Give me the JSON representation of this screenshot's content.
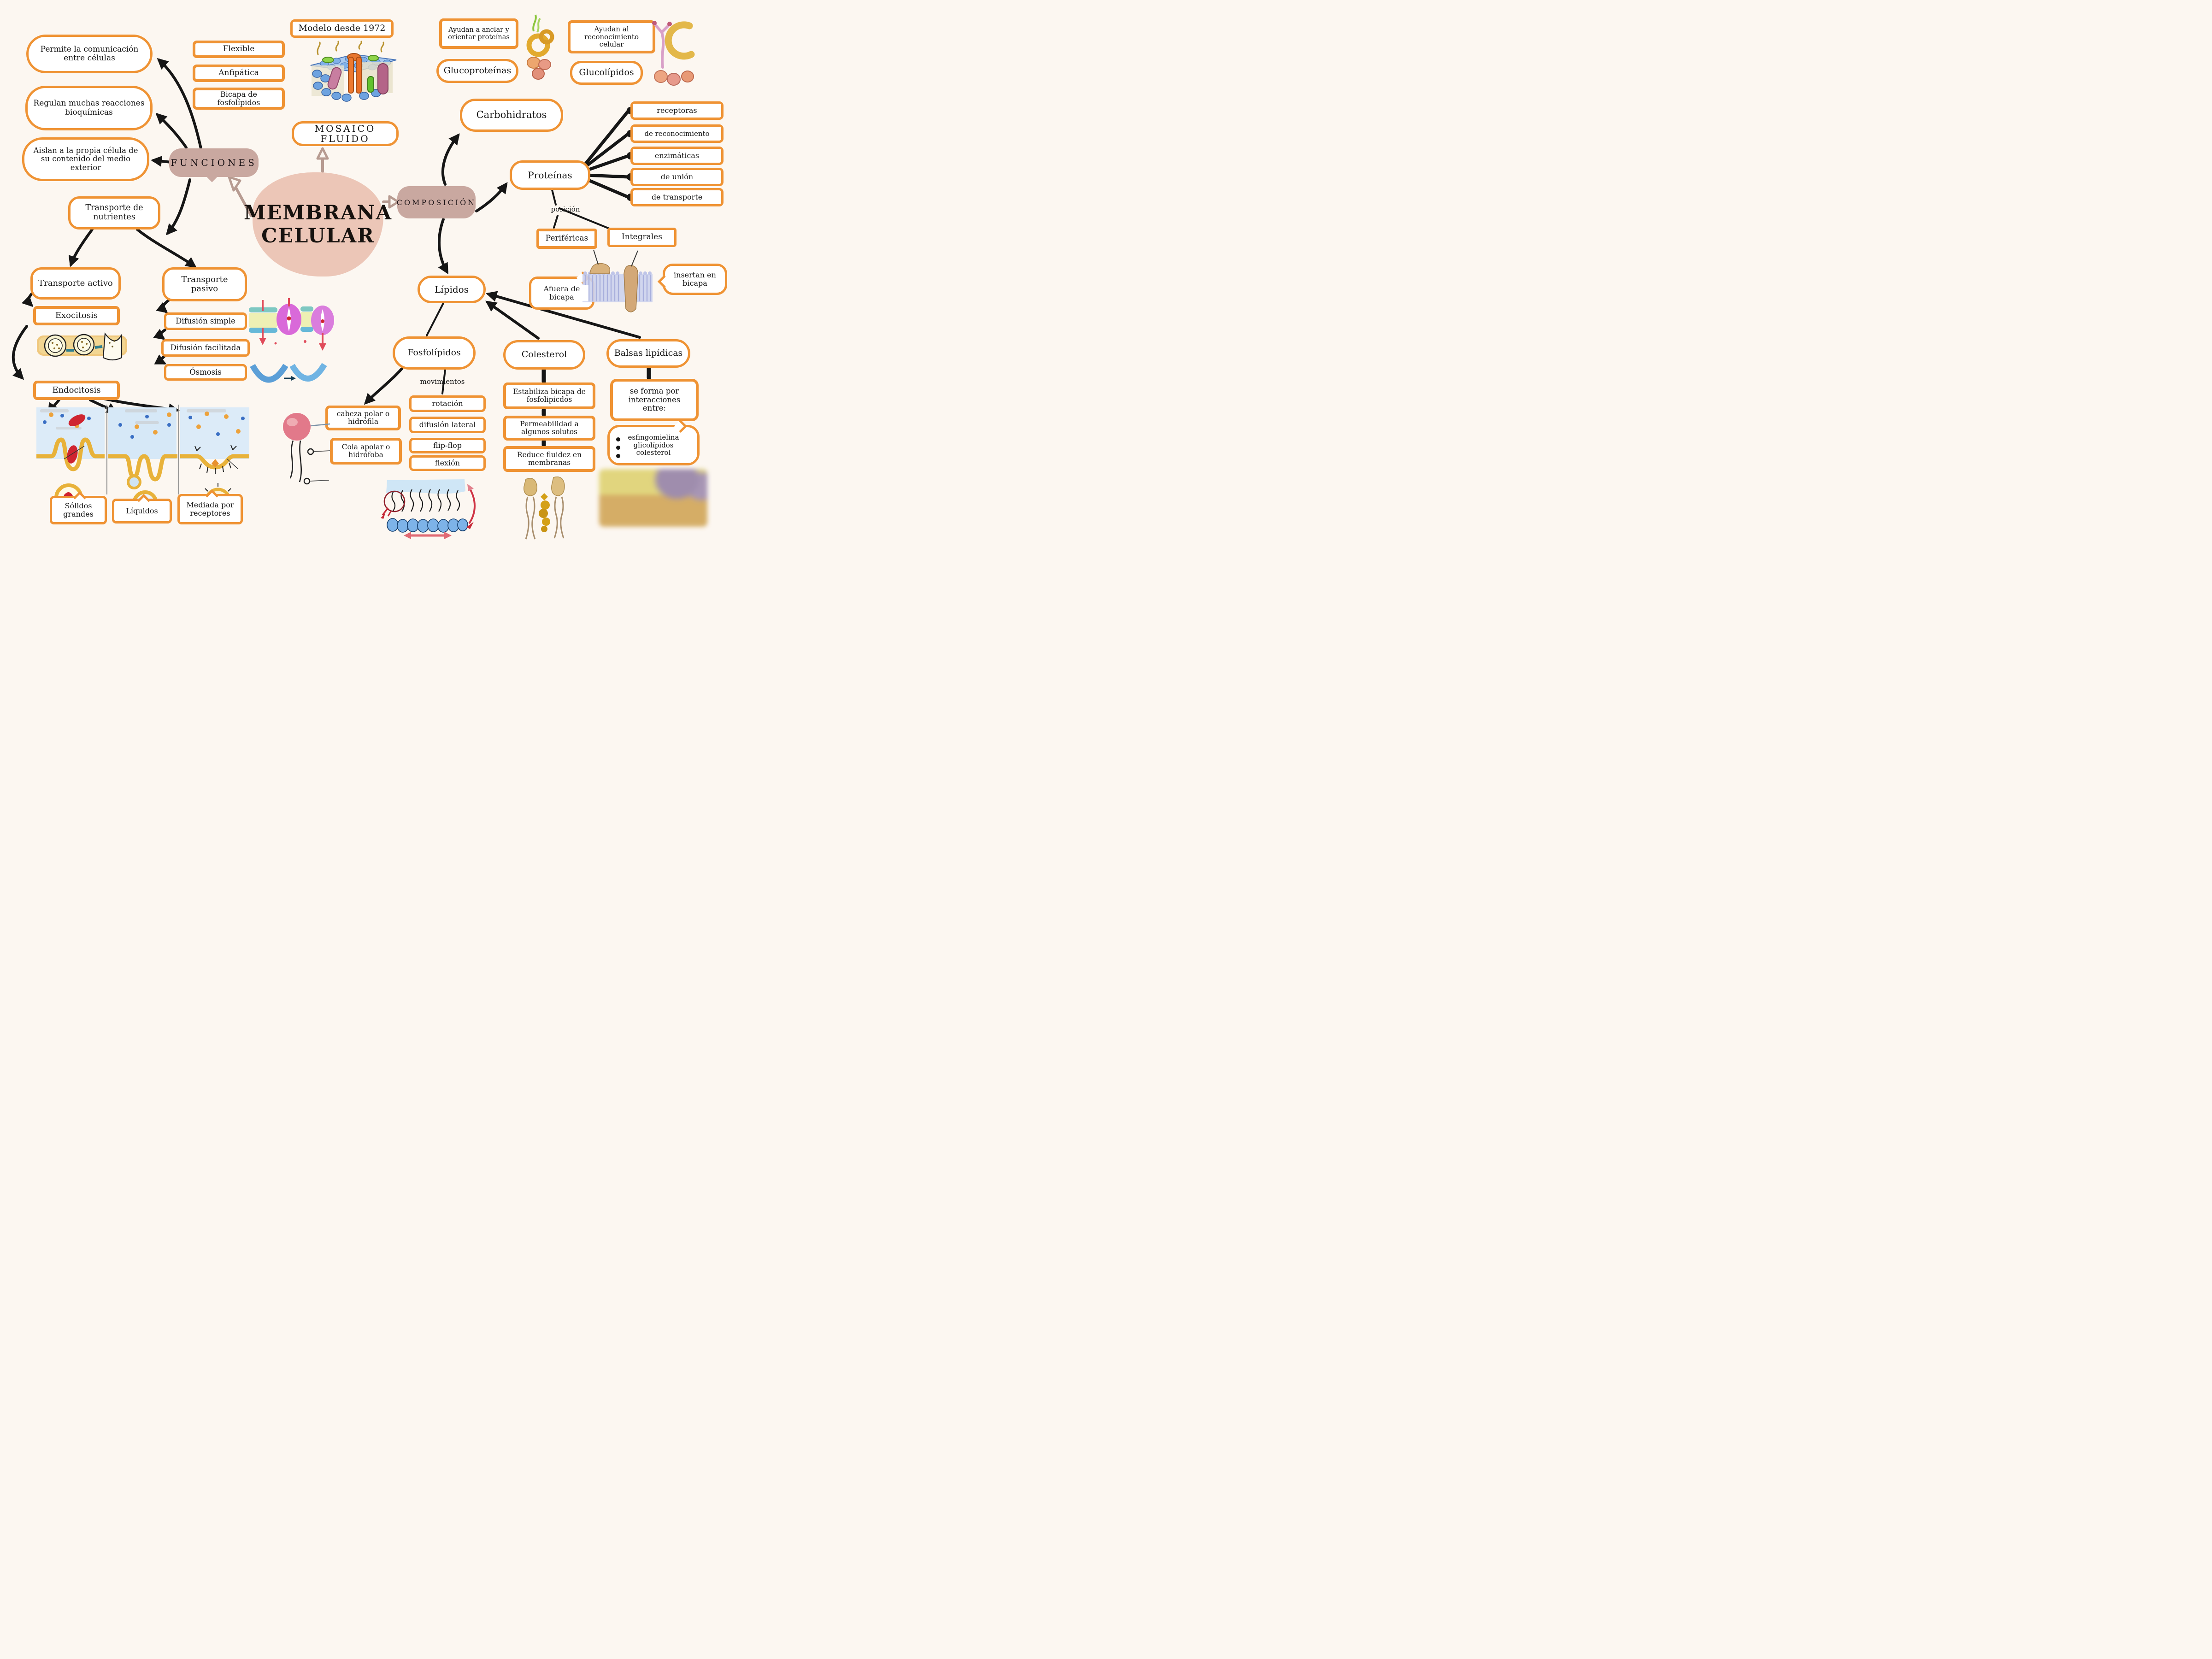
{
  "palette": {
    "accent": "#ef9334",
    "rose": "#c9a8a0",
    "blob_pink": "#ecc6b7",
    "ink": "#161616",
    "background": "#fcf7f1"
  },
  "center": {
    "title_line1": "MEMBRANA",
    "title_line2": "CELULAR",
    "funciones": "FUNCIONES",
    "composicion": "COMPOSICIÓN"
  },
  "funciones": {
    "items": [
      "Permite la comunicación entre células",
      "Regulan muchas reacciones bioquímicas",
      "Aislan a la propia célula de su contenido del medio exterior"
    ]
  },
  "modelo": {
    "badge": "Modelo desde 1972",
    "mosaico": "MOSAICO FLUIDO",
    "caracteristicas": [
      "Flexible",
      "Anfipática",
      "Bicapa de fosfolípidos"
    ]
  },
  "composicion": {
    "carbohidratos": {
      "label": "Carbohidratos",
      "glucoproteinas": {
        "funcion": "Ayudan a anclar y orientar proteínas",
        "label": "Glucoproteínas"
      },
      "glucolipidos": {
        "funcion": "Ayudan al reconocimiento celular",
        "label": "Glucolípidos"
      }
    },
    "proteinas": {
      "label": "Proteínas",
      "tipos": [
        "receptoras",
        "de reconocimiento",
        "enzimáticas",
        "de unión",
        "de transporte"
      ],
      "posicion_label": "posición",
      "perifericas": {
        "label": "Periféricas",
        "nota": "Afuera de bicapa"
      },
      "integrales": {
        "label": "Integrales",
        "nota": "insertan en bicapa"
      }
    },
    "lipidos": {
      "label": "Lípidos",
      "fosfolipidos": {
        "label": "Fosfolípidos",
        "partes": [
          "cabeza polar o hidrófila",
          "Cola apolar o hidrófoba"
        ],
        "movimientos_label": "movimientos",
        "movimientos": [
          "rotación",
          "difusión lateral",
          "flip-flop",
          "flexión"
        ]
      },
      "colesterol": {
        "label": "Colesterol",
        "funciones": [
          "Estabiliza bicapa de fosfolipicdos",
          "Permeabilidad a algunos solutos",
          "Reduce fluidez en membranas"
        ]
      },
      "balsas": {
        "label": "Balsas lipídicas",
        "formacion": "se forma por interacciones entre:",
        "componentes": [
          "esfingomielina",
          "glicolípidos",
          "colesterol"
        ]
      }
    }
  },
  "transporte": {
    "nutrientes": "Transporte de nutrientes",
    "activo": {
      "label": "Transporte activo",
      "exocitosis": "Exocitosis",
      "endocitosis": "Endocitosis",
      "endocitosis_tipos": [
        "Sólidos grandes",
        "Líquidos",
        "Mediada por receptores"
      ]
    },
    "pasivo": {
      "label": "Transporte pasivo",
      "tipos": [
        "Difusión simple",
        "Difusión facilitada",
        "Ósmosis"
      ]
    }
  }
}
